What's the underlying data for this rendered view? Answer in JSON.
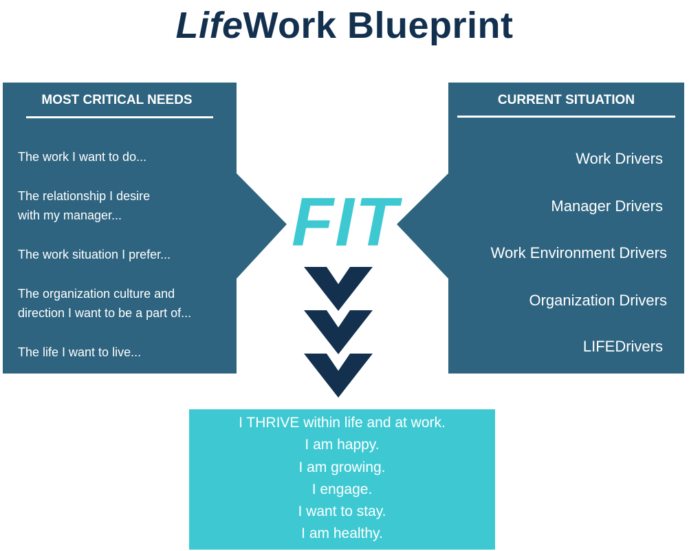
{
  "title": {
    "italic_part": "Life",
    "rest": "Work Blueprint"
  },
  "left_panel": {
    "header": "MOST CRITICAL NEEDS",
    "items": [
      "The work I want to do...",
      "The relationship I desire\nwith my manager...",
      "The work situation I prefer...",
      "The organization culture and\ndirection I want to be a part of...",
      "The life I want to live..."
    ]
  },
  "right_panel": {
    "header": "CURRENT SITUATION",
    "items": [
      "Work Drivers",
      "Manager Drivers",
      "Work Environment Drivers",
      "Organization Drivers",
      "LIFEDrivers"
    ]
  },
  "center": {
    "label": "FIT"
  },
  "outcome": {
    "lines": [
      "I THRIVE within life and at work.",
      "I am happy.",
      "I am growing.",
      "I engage.",
      "I want to stay.",
      "I am healthy."
    ]
  },
  "colors": {
    "panel": "#2e6480",
    "title": "#13314f",
    "chevron": "#13314f",
    "accent": "#3ec9d2",
    "text_on_panel": "#ffffff"
  }
}
